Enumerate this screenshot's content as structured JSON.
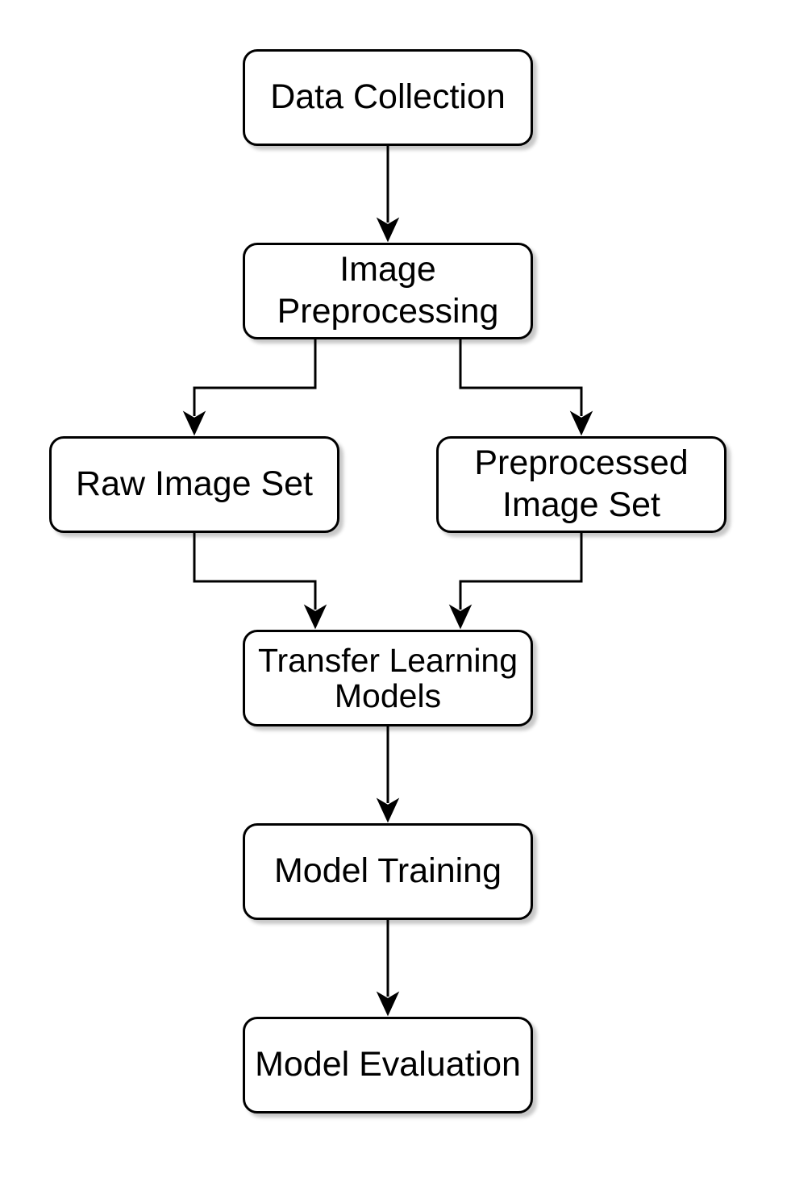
{
  "diagram": {
    "nodes": [
      {
        "id": "data-collection",
        "label": "Data Collection"
      },
      {
        "id": "image-preprocessing",
        "label": "Image\nPreprocessing"
      },
      {
        "id": "raw-image-set",
        "label": "Raw Image Set"
      },
      {
        "id": "preprocessed-image-set",
        "label": "Preprocessed\nImage Set"
      },
      {
        "id": "transfer-learning-models",
        "label": "Transfer Learning\nModels"
      },
      {
        "id": "model-training",
        "label": "Model Training"
      },
      {
        "id": "model-evaluation",
        "label": "Model Evaluation"
      }
    ],
    "edges": [
      {
        "from": "data-collection",
        "to": "image-preprocessing"
      },
      {
        "from": "image-preprocessing",
        "to": "raw-image-set"
      },
      {
        "from": "image-preprocessing",
        "to": "preprocessed-image-set"
      },
      {
        "from": "raw-image-set",
        "to": "transfer-learning-models"
      },
      {
        "from": "preprocessed-image-set",
        "to": "transfer-learning-models"
      },
      {
        "from": "transfer-learning-models",
        "to": "model-training"
      },
      {
        "from": "model-training",
        "to": "model-evaluation"
      }
    ],
    "colors": {
      "stroke": "#000000",
      "fill": "#ffffff",
      "text": "#000000"
    }
  }
}
